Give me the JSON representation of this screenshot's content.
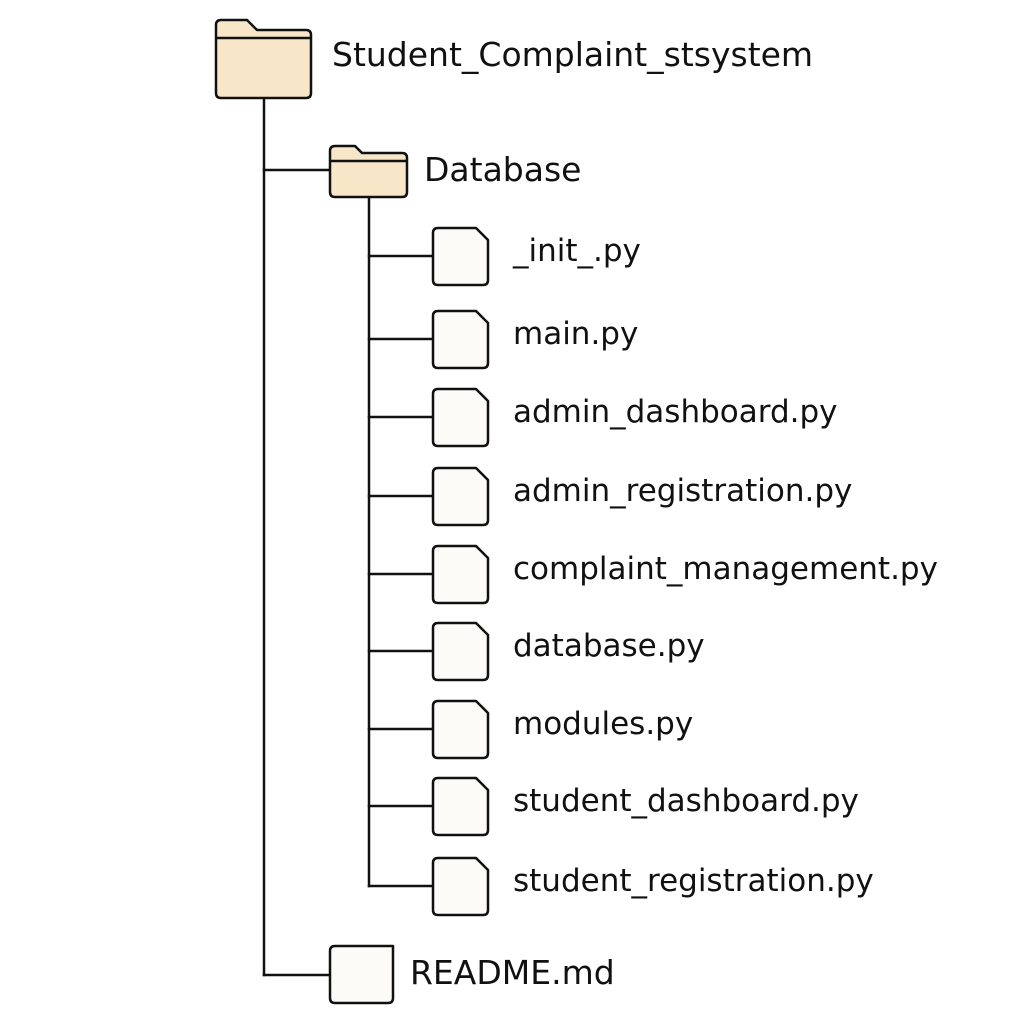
{
  "root": {
    "name": "Student_Complaint_stsystem",
    "icon": "folder-icon",
    "children": [
      {
        "name": "Database",
        "icon": "folder-icon",
        "files": [
          "_init_.py",
          "main.py",
          "admin_dashboard.py",
          "admin_registration.py",
          "complaint_management.py",
          "database.py",
          "modules.py",
          "student_dashboard.py",
          "student_registration.py"
        ]
      },
      {
        "name": "README.md",
        "icon": "file-icon"
      }
    ]
  },
  "colors": {
    "folder_fill": "#f8e6c8",
    "file_fill": "#fcfbf8",
    "stroke": "#111111"
  }
}
